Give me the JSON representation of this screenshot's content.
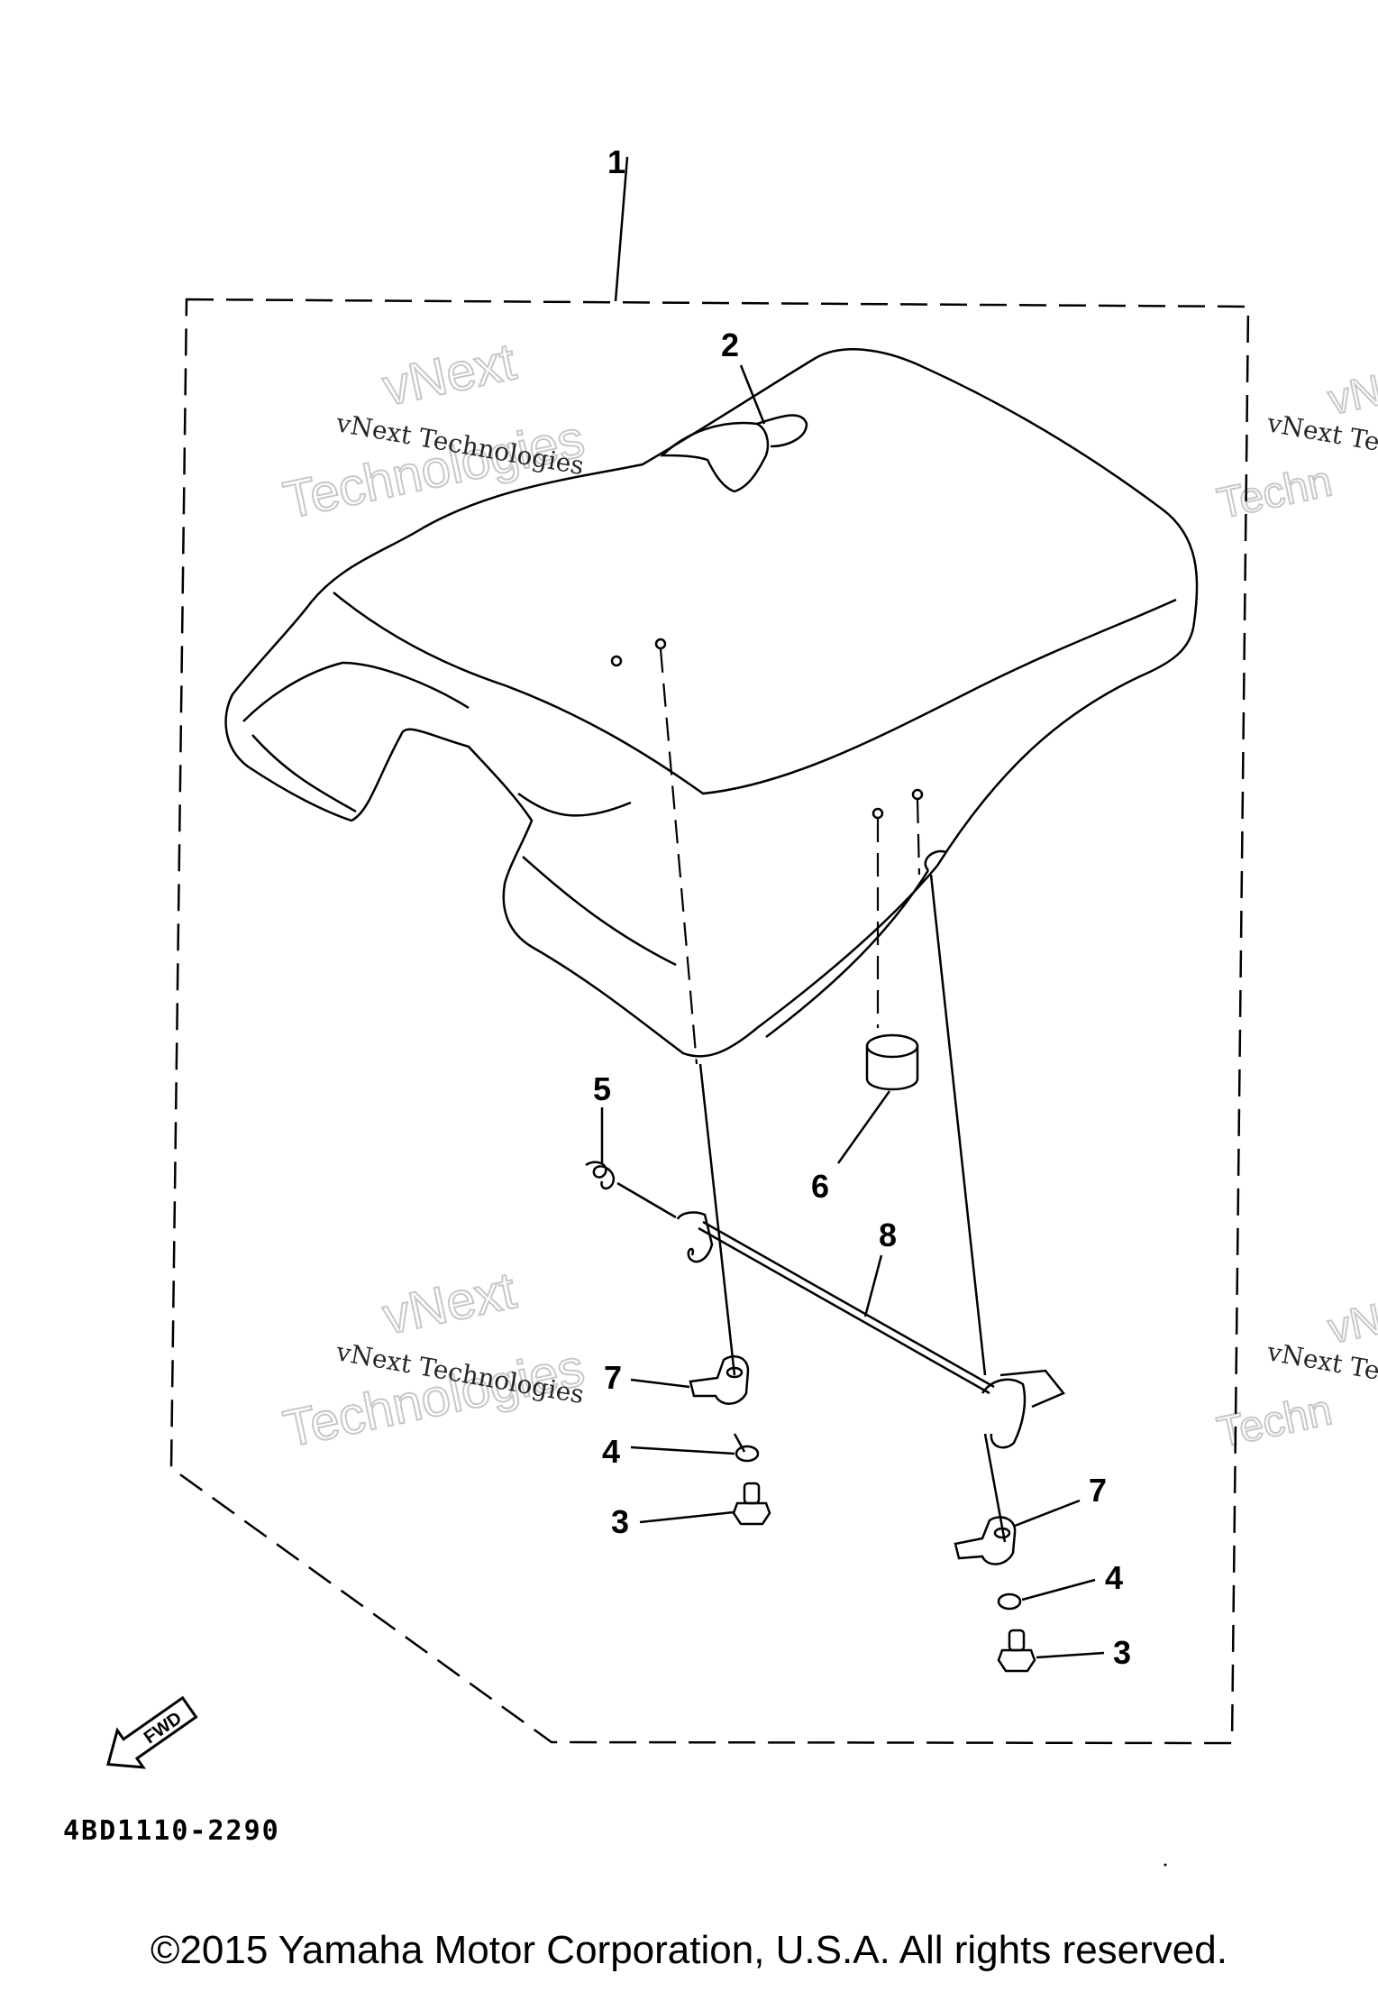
{
  "diagram": {
    "callouts": [
      "1",
      "2",
      "3",
      "3",
      "4",
      "4",
      "5",
      "6",
      "7",
      "7",
      "8"
    ],
    "fwd_label": "FWD",
    "part_code": "4BD1110-2290"
  },
  "watermarks": {
    "line_text": "vNext Technologies",
    "outline_top": "vNext",
    "outline_bottom": "Technologies",
    "line_text_partial": "vNext Te",
    "outline_top_partial": "vNe",
    "outline_bottom_partial": "Techn"
  },
  "footer": {
    "copyright": "©2015 Yamaha Motor Corporation, U.S.A. All rights reserved."
  }
}
